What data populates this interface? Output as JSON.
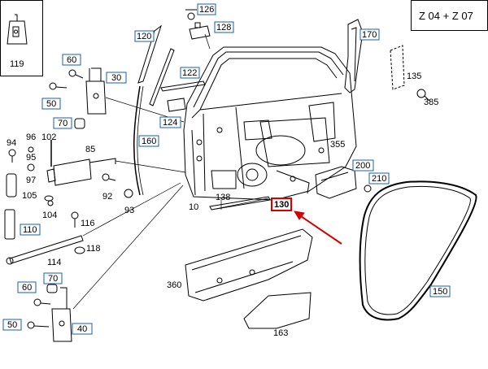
{
  "header": {
    "code": "Z 04 + Z 07"
  },
  "corner_part": "119",
  "boxed_parts": {
    "p126": "126",
    "p128": "128",
    "p120": "120",
    "p170": "170",
    "p122": "122",
    "p60a": "60",
    "p30": "30",
    "p50a": "50",
    "p124": "124",
    "p70a": "70",
    "p160": "160",
    "p200": "200",
    "p210": "210",
    "p110": "110",
    "p130": "130",
    "p150": "150",
    "p60b": "60",
    "p70b": "70",
    "p50b": "50",
    "p40": "40"
  },
  "plain_parts": {
    "p135": "135",
    "p385": "385",
    "p94": "94",
    "p96": "96",
    "p102": "102",
    "p85": "85",
    "p355": "355",
    "p95": "95",
    "p97": "97",
    "p105": "105",
    "p92": "92",
    "p138": "138",
    "p104": "104",
    "p93": "93",
    "p10": "10",
    "p116": "116",
    "p118": "118",
    "p114": "114",
    "p360": "360",
    "p163": "163"
  },
  "colors": {
    "highlight": "#d40000",
    "box_border": "#1a5fa8",
    "line": "#000000"
  }
}
